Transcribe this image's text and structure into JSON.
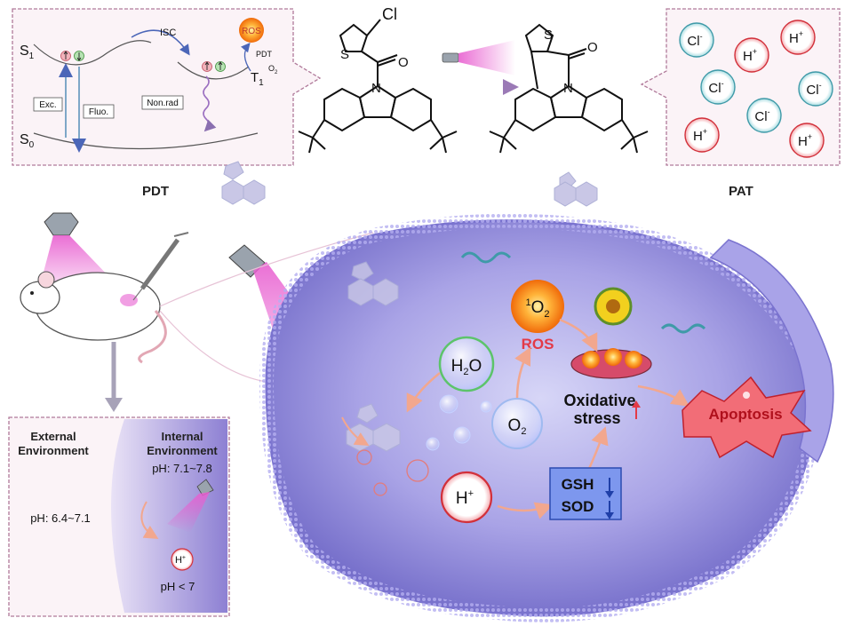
{
  "jablonski": {
    "s1": "S",
    "s1_sub": "1",
    "s0": "S",
    "s0_sub": "0",
    "t1": "T",
    "t1_sub": "1",
    "isc": "ISC",
    "ros": "ROS",
    "pdt": "PDT",
    "o2": "O",
    "o2_sub": "2",
    "exc": "Exc.",
    "fluo": "Fluo.",
    "nonrad": "Non.rad"
  },
  "molecule": {
    "cl": "Cl",
    "s": "S",
    "o": "O",
    "n": "N"
  },
  "labels": {
    "pdt": "PDT",
    "pat": "PAT"
  },
  "pat_box": {
    "ions": [
      {
        "base": "Cl",
        "sup": "-",
        "kind": "cl"
      },
      {
        "base": "H",
        "sup": "+",
        "kind": "h"
      },
      {
        "base": "H",
        "sup": "+",
        "kind": "h"
      },
      {
        "base": "Cl",
        "sup": "-",
        "kind": "cl"
      },
      {
        "base": "Cl",
        "sup": "-",
        "kind": "cl"
      },
      {
        "base": "Cl",
        "sup": "-",
        "kind": "cl"
      },
      {
        "base": "H",
        "sup": "+",
        "kind": "h"
      },
      {
        "base": "H",
        "sup": "+",
        "kind": "h"
      }
    ]
  },
  "environment": {
    "external": "External Environment",
    "external_l1": "External",
    "external_l2": "Environment",
    "internal_l1": "Internal",
    "internal_l2": "Environment",
    "ph_internal": "pH: 7.1~7.8",
    "ph_external": "pH: 6.4~7.1",
    "ph_lt7": "pH < 7",
    "h": "H",
    "h_sup": "+"
  },
  "cell": {
    "singlet_sup": "1",
    "singlet_base": "O",
    "singlet_sub": "2",
    "ros": "ROS",
    "h2o_a": "H",
    "h2o_sub": "2",
    "h2o_b": "O",
    "o2_base": "O",
    "o2_sub": "2",
    "h_base": "H",
    "h_sup": "+",
    "oxidative": "Oxidative",
    "stress": "stress",
    "gsh": "GSH",
    "sod": "SOD",
    "apoptosis": "Apoptosis"
  },
  "colors": {
    "box_border": "#b07a9a",
    "box_fill": "#fbf3f7",
    "cell_fill": "#8a83d6",
    "membrane": "#a9a3e8",
    "laser": "#e85fd0",
    "ros_orange": "#f08a1d",
    "h_red": "#d2303a",
    "cl_teal": "#3f9aa8",
    "apoptosis_red": "#e33a47",
    "gsh_box": "#6f8ef0"
  }
}
